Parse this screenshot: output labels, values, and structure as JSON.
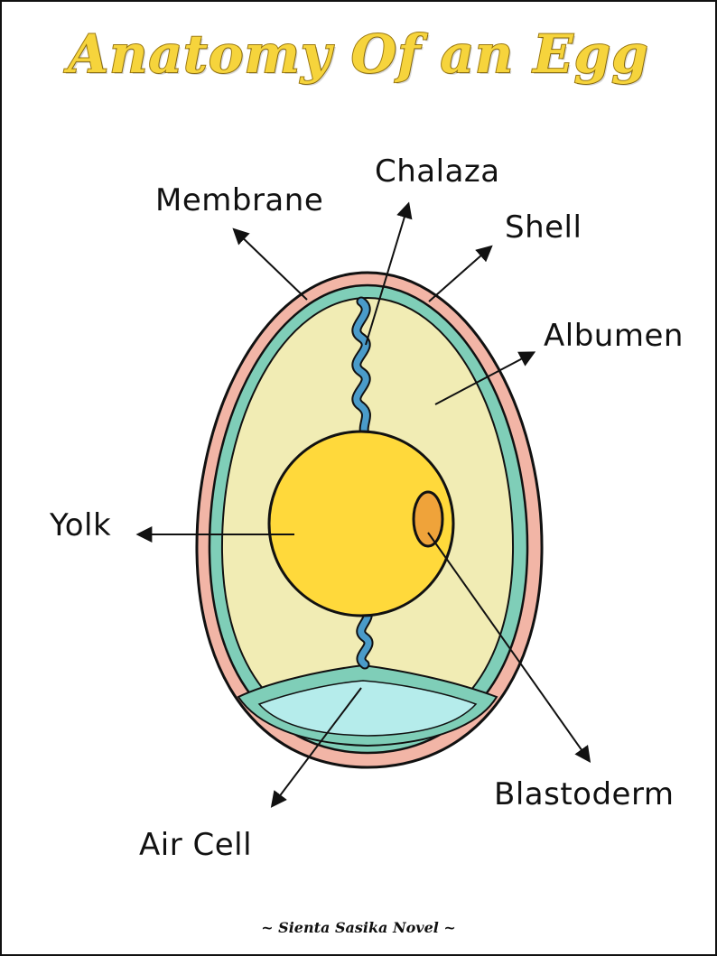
{
  "title": "Anatomy Of an Egg",
  "labels": {
    "membrane": "Membrane",
    "chalaza": "Chalaza",
    "shell": "Shell",
    "albumen": "Albumen",
    "yolk": "Yolk",
    "blastoderm": "Blastoderm",
    "air_cell": "Air Cell"
  },
  "credit": "~ Sienta Sasika Novel ~",
  "colors": {
    "title": "#F6D43C",
    "shell": "#F2B5A6",
    "membrane": "#7FCEB8",
    "albumen": "#F1ECB4",
    "yolk": "#FFD93B",
    "blastoderm": "#EFA33A",
    "chalaza": "#4A9BC9",
    "air_cell": "#B5ECEB",
    "outline": "#111111"
  }
}
